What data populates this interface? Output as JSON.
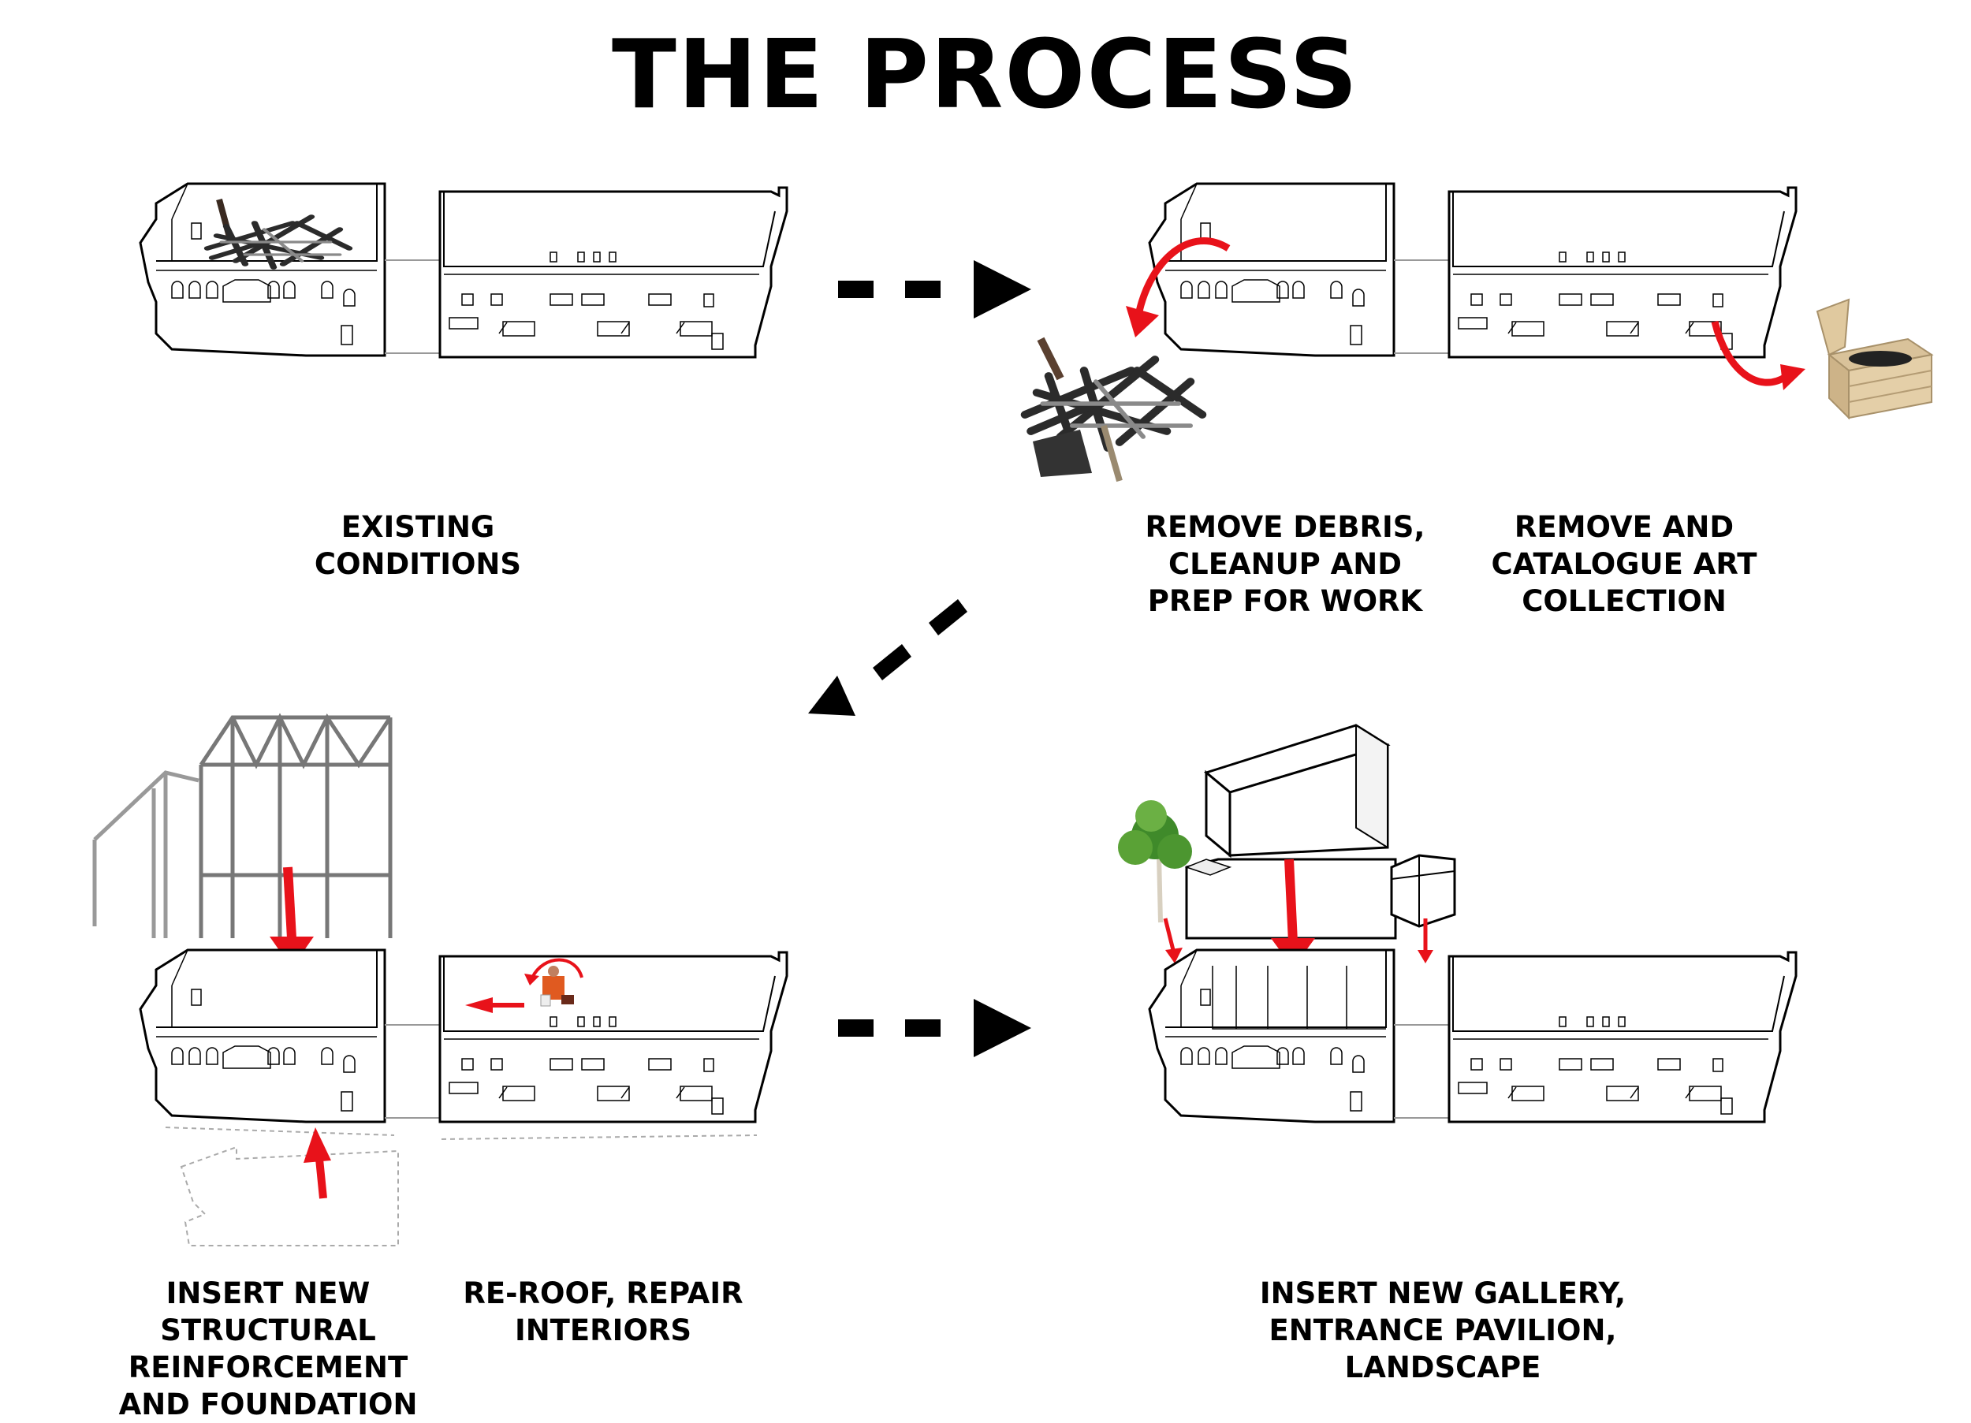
{
  "title": "THE PROCESS",
  "captions": {
    "existing": "EXISTING\nCONDITIONS",
    "debris": "REMOVE DEBRIS,\nCLEANUP AND\nPREP FOR WORK",
    "art": "REMOVE AND\nCATALOGUE ART\nCOLLECTION",
    "structural": "INSERT NEW\nSTRUCTURAL\nREINFORCEMENT\nAND FOUNDATION",
    "reroof": "RE-ROOF, REPAIR\nINTERIORS",
    "gallery": "INSERT NEW GALLERY,\nENTRANCE PAVILION,\nLANDSCAPE"
  },
  "colors": {
    "accent_arrow": "#e8121a",
    "flow_arrow": "#000000",
    "line": "#000000"
  }
}
